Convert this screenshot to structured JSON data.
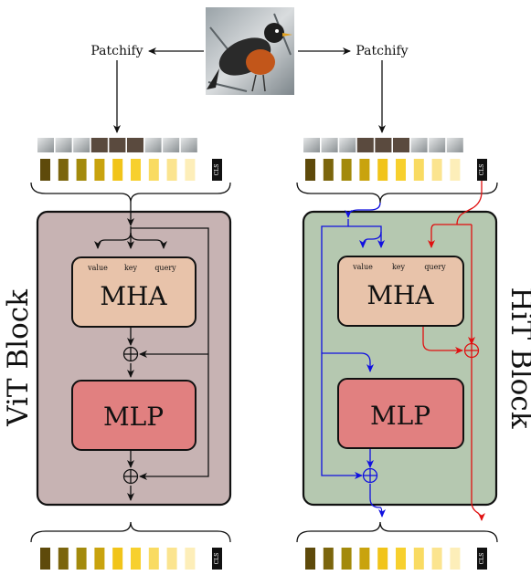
{
  "left": {
    "patchify_label": "Patchify",
    "block_label": "ViT Block",
    "mha_label": "MHA",
    "mlp_label": "MLP",
    "qkv": [
      "value",
      "key",
      "query"
    ],
    "cls_label": "CLS"
  },
  "right": {
    "patchify_label": "Patchify",
    "block_label": "HiT Block",
    "mha_label": "MHA",
    "mlp_label": "MLP",
    "qkv": [
      "value",
      "key",
      "query"
    ],
    "cls_label": "CLS"
  },
  "colors": {
    "vit_block_bg": "#c7b3b3",
    "hit_block_bg": "#b5c8b0",
    "mha_bg": "#e8c3aa",
    "mlp_bg": "#e18080",
    "blue": "#1010e0",
    "red": "#e01010",
    "token_colors": [
      "#5e4a0b",
      "#7b650d",
      "#a38a0c",
      "#c9a30e",
      "#f1c419",
      "#f7d02e",
      "#f9db62",
      "#fbe48f",
      "#fdeeb9"
    ]
  }
}
